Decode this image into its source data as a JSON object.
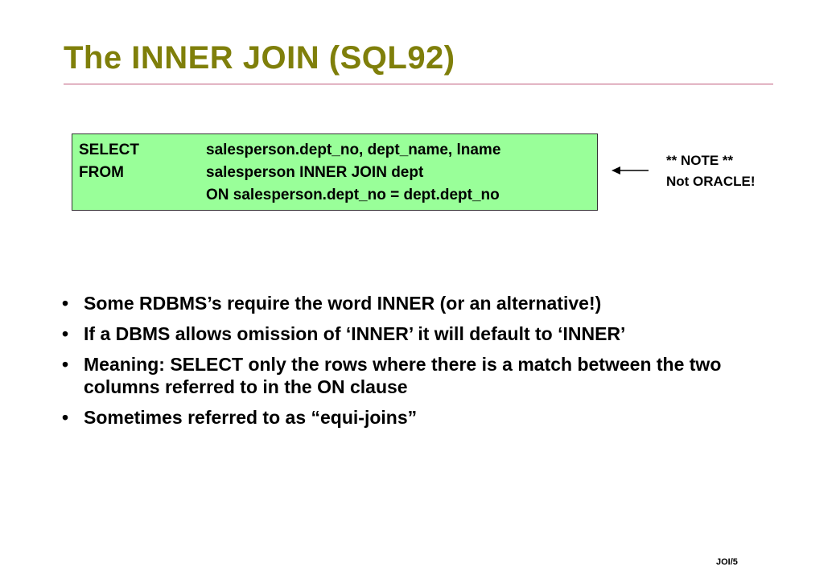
{
  "title": "The INNER JOIN (SQL92)",
  "sql": {
    "lines": [
      {
        "keyword": "SELECT",
        "text": "salesperson.dept_no, dept_name, lname"
      },
      {
        "keyword": "FROM",
        "text": "salesperson  INNER JOIN dept"
      },
      {
        "keyword": "",
        "text": "ON salesperson.dept_no = dept.dept_no"
      }
    ]
  },
  "note": {
    "line1": "** NOTE **",
    "line2": "Not ORACLE!"
  },
  "bullets": [
    "Some RDBMS’s require the word INNER (or an alternative!)",
    "If a DBMS allows omission of ‘INNER’ it will default to ‘INNER’",
    "Meaning:  SELECT only the rows where there is a match between the two columns referred to in the ON clause",
    "Sometimes referred to as “equi-joins”"
  ],
  "footer": "JOI/5",
  "colors": {
    "title": "#7f7f0a",
    "rule": "#c05a7a",
    "sql_box_bg": "#99ff99"
  }
}
